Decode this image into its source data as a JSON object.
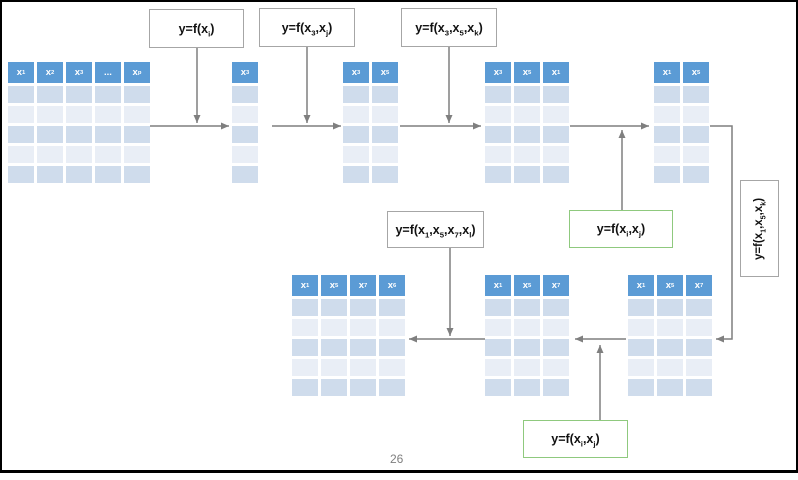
{
  "page": {
    "number": "26"
  },
  "colors": {
    "header_blue": "#5B9BD5",
    "row_dark": "#CFDCEC",
    "row_light": "#E9EEF6",
    "arrow_gray": "#7F7F7F",
    "box_border_gray": "#A6A6A6",
    "green_border": "#8FC97E"
  },
  "tables": [
    {
      "id": "full-feature-table",
      "columns": [
        "x_1",
        "x_2",
        "x_3",
        "...",
        "x_p"
      ],
      "rows": 5
    },
    {
      "id": "selected-x3-table",
      "columns": [
        "x_3"
      ],
      "rows": 5
    },
    {
      "id": "selected-x3-x5-table",
      "columns": [
        "x_3",
        "x_5"
      ],
      "rows": 5
    },
    {
      "id": "selected-x3-x5-x1-table",
      "columns": [
        "x_3",
        "x_5",
        "x_1"
      ],
      "rows": 5
    },
    {
      "id": "selected-x1-x5-table",
      "columns": [
        "x_1",
        "x_5"
      ],
      "rows": 5
    },
    {
      "id": "selected-x1-x5-x7-x6-table",
      "columns": [
        "x_1",
        "x_5",
        "x_7",
        "x_6"
      ],
      "rows": 5
    },
    {
      "id": "selected-x1-x5-x7-mid-table",
      "columns": [
        "x_1",
        "x_5",
        "x_7"
      ],
      "rows": 5
    },
    {
      "id": "selected-x1-x5-x7-right-table",
      "columns": [
        "x_1",
        "x_5",
        "x_7"
      ],
      "rows": 5
    }
  ],
  "formulas": [
    {
      "id": "eval-xi",
      "label": "y=f(x_i)"
    },
    {
      "id": "eval-x3-xj",
      "label": "y=f(x_3,x_j)"
    },
    {
      "id": "eval-x3-x5-xk",
      "label": "y=f(x_3,x_5,x_k)"
    },
    {
      "id": "eval-x1-x5-x7-xl",
      "label": "y=f(x_1,x_5,x_7,x_l)"
    },
    {
      "id": "eval-xi-xj-top",
      "label": "y=f(x_i,x_j)"
    },
    {
      "id": "eval-x1-x5-xk",
      "label": "y=f(x_1,x_5,x_k)"
    },
    {
      "id": "eval-xi-xj-bottom",
      "label": "y=f(x_i,x_j)"
    }
  ]
}
